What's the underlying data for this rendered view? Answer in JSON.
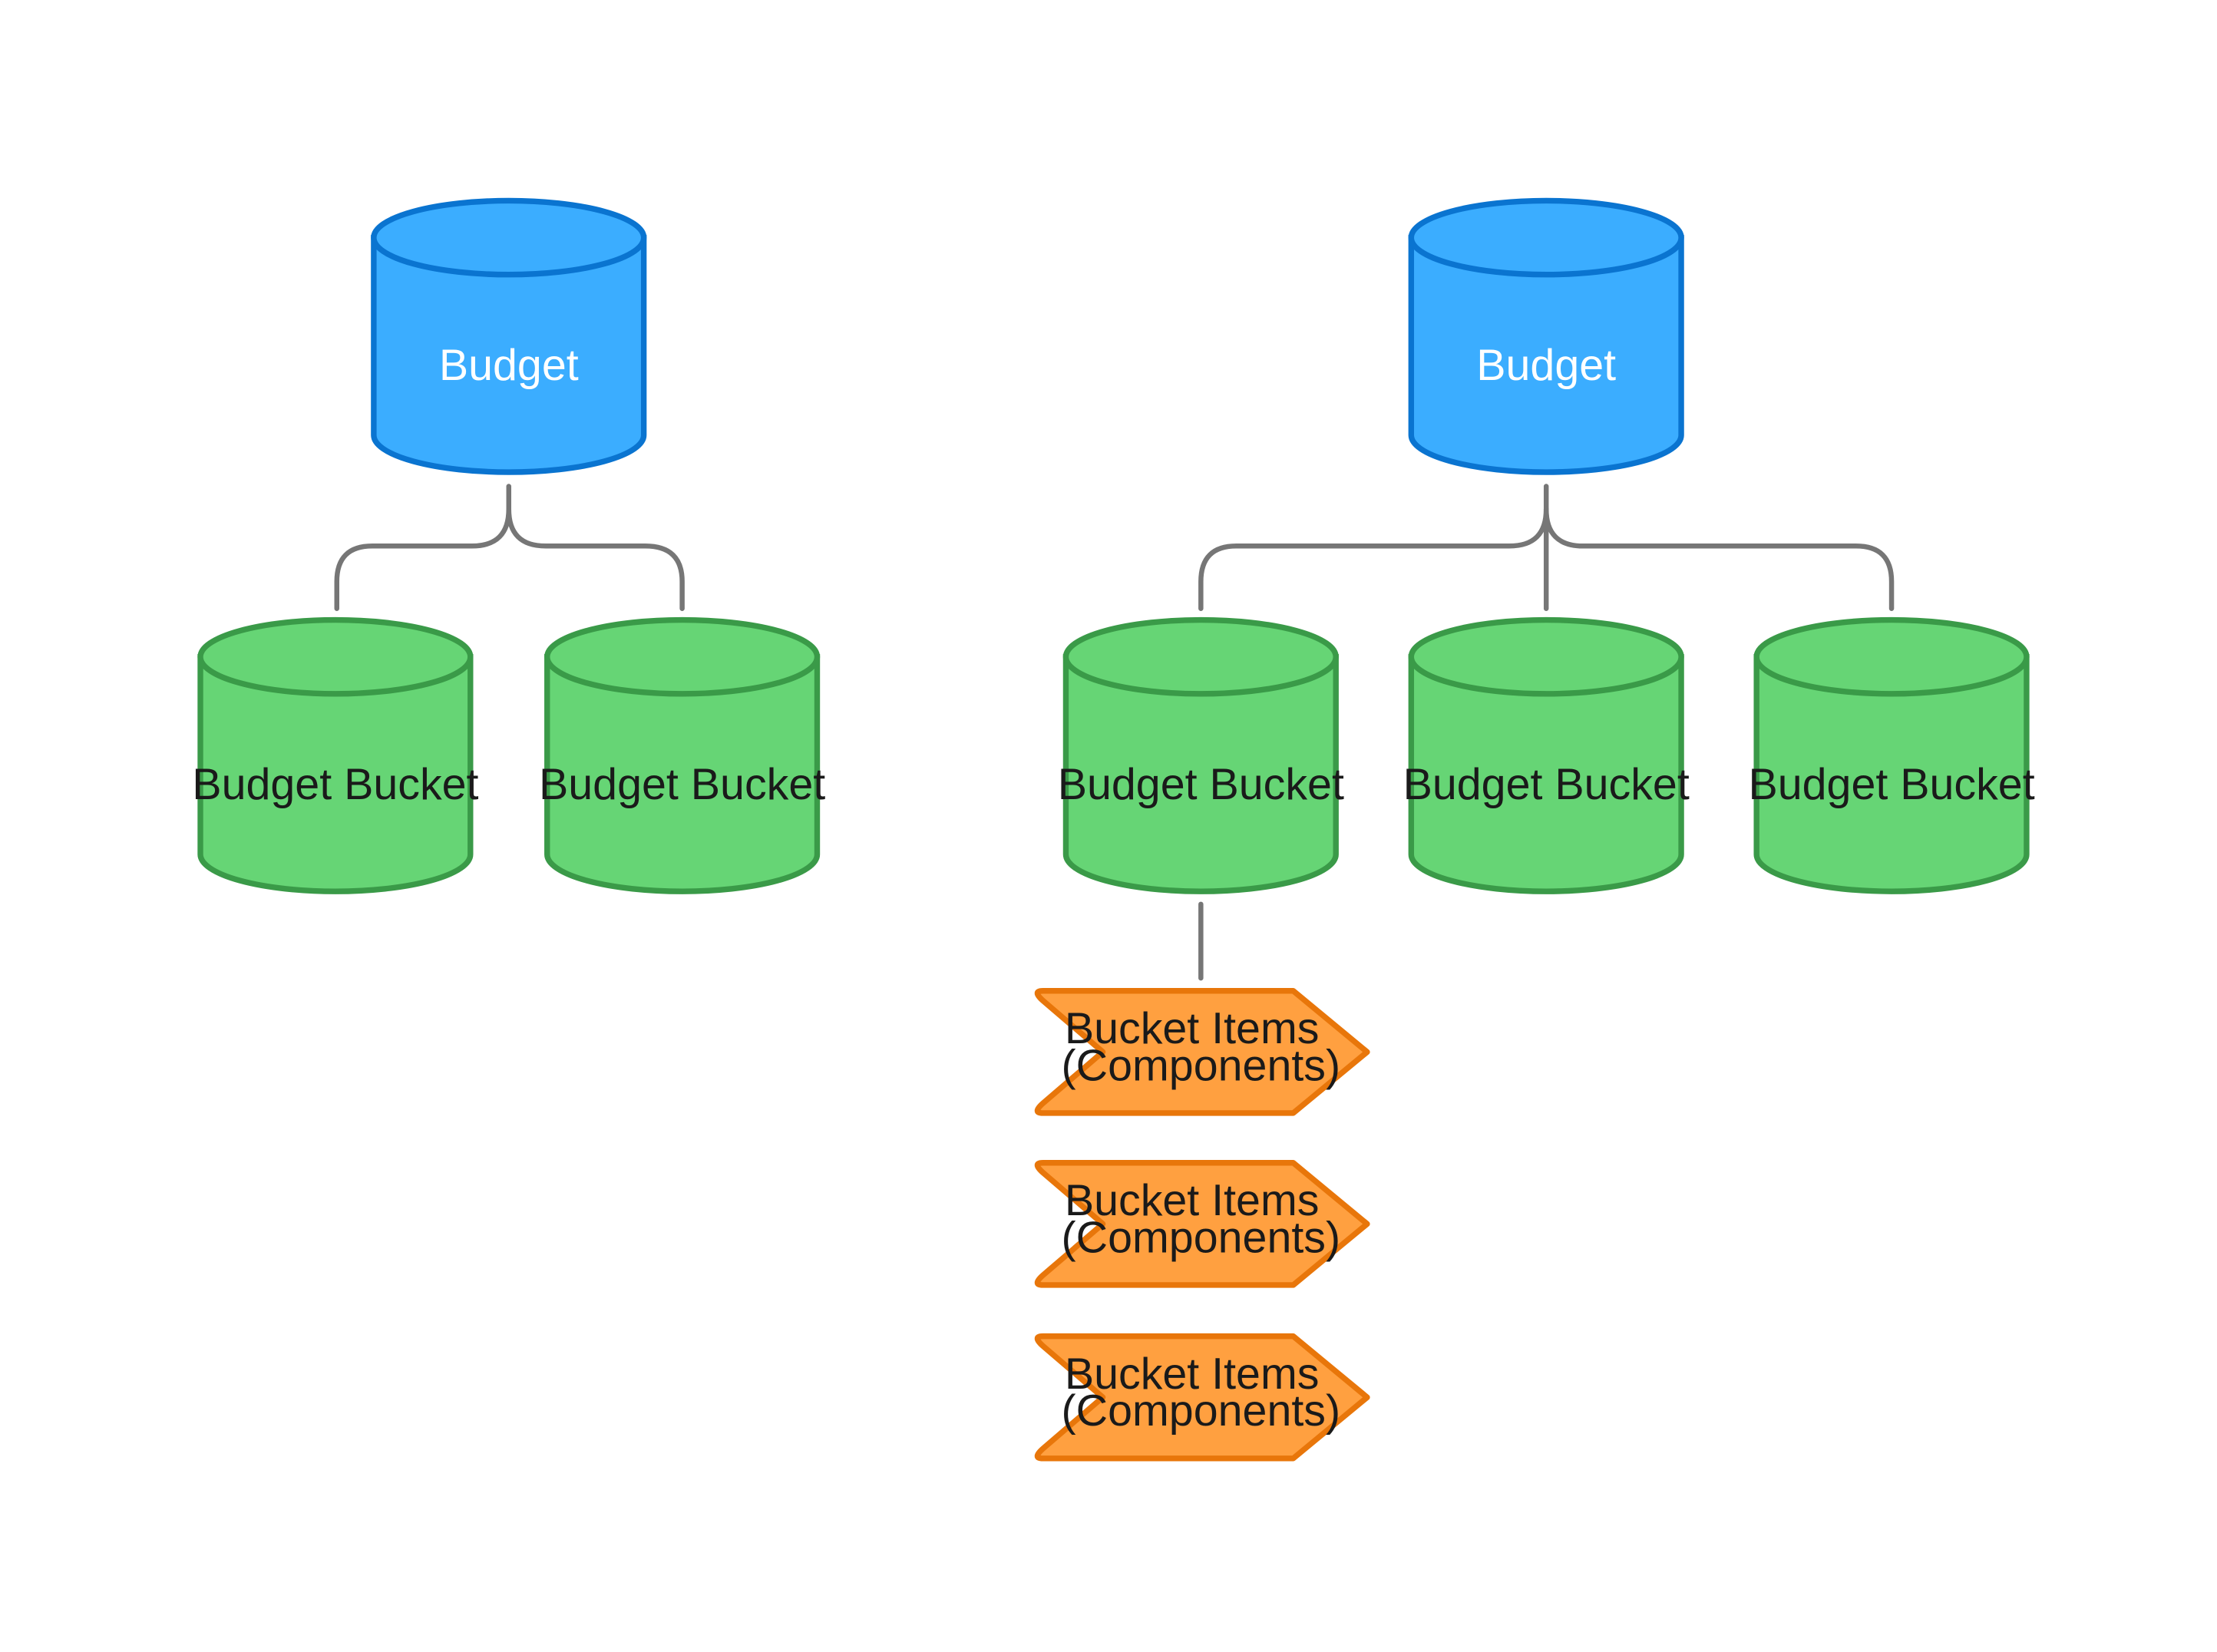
{
  "colors": {
    "budget_fill": "#3badff",
    "budget_stroke": "#0a74d0",
    "bucket_fill": "#66d575",
    "bucket_stroke": "#3a9a48",
    "item_fill": "#ffa040",
    "item_stroke": "#e8760a",
    "connector": "#767676"
  },
  "icons": {
    "budget": "database-cylinder-icon",
    "bucket": "database-cylinder-icon",
    "item": "chevron-tag-icon"
  },
  "left_tree": {
    "budget": {
      "label": "Budget"
    },
    "buckets": [
      {
        "label": "Budget Bucket"
      },
      {
        "label": "Budget Bucket"
      }
    ]
  },
  "right_tree": {
    "budget": {
      "label": "Budget"
    },
    "buckets": [
      {
        "label": "Budget Bucket"
      },
      {
        "label": "Budget Bucket"
      },
      {
        "label": "Budget Bucket"
      }
    ],
    "items": [
      {
        "line1": "Bucket Items",
        "line2": "(Components)"
      },
      {
        "line1": "Bucket Items",
        "line2": "(Components)"
      },
      {
        "line1": "Bucket Items",
        "line2": "(Components)"
      }
    ]
  }
}
